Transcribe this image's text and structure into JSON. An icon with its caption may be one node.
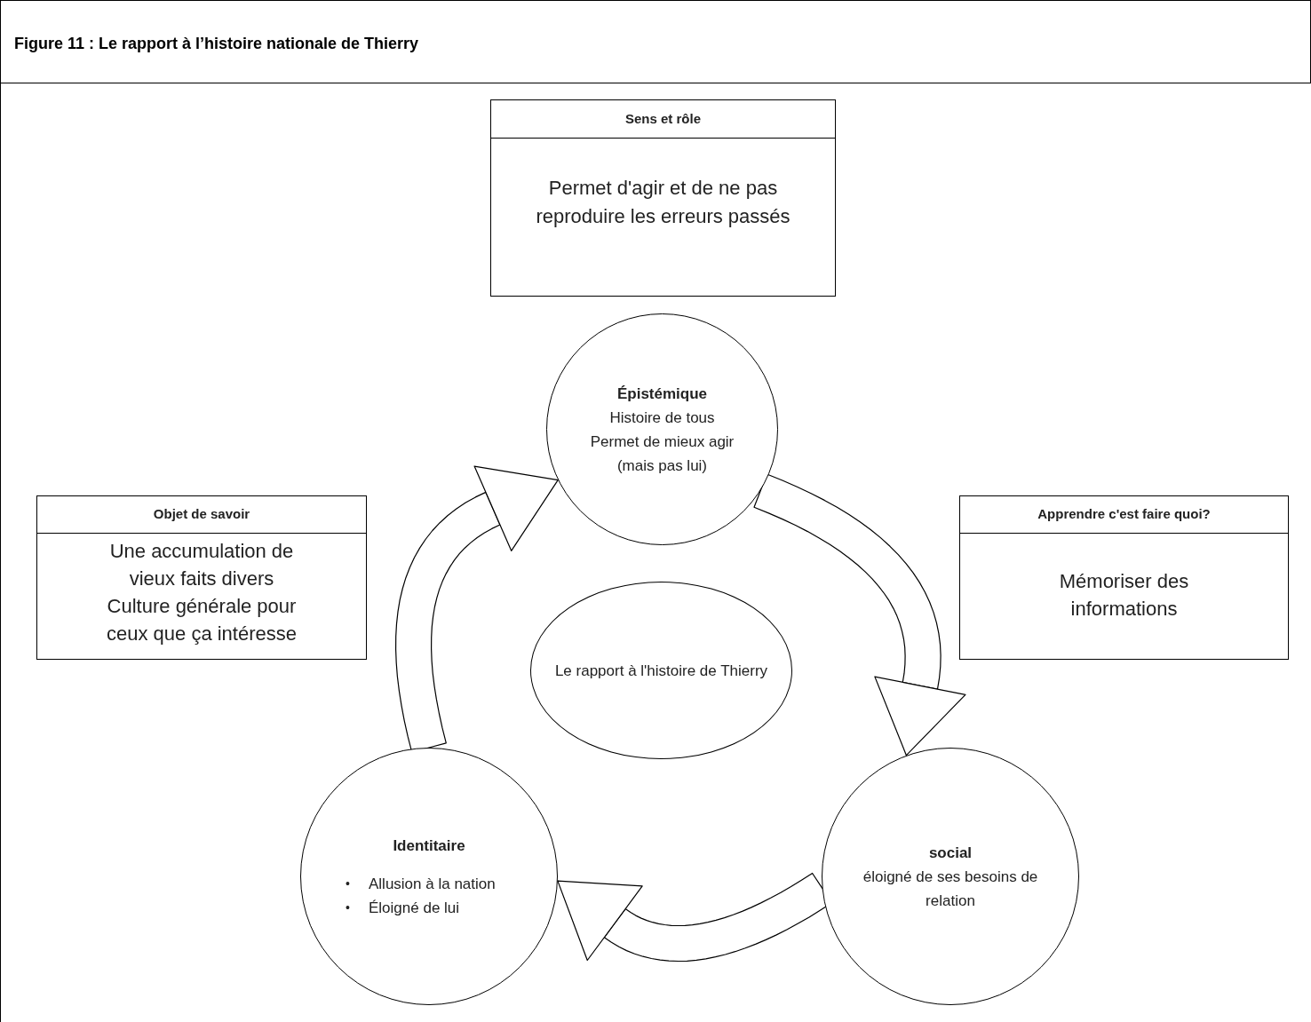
{
  "diagram": {
    "title": "Figure 11 : Le rapport à l’histoire nationale de Thierry",
    "nodes": [
      {
        "text": [
          "Sens et rôle",
          "Permet d'agir et de ne pas reproduire les erreurs passés"
        ]
      },
      {
        "text": [
          "Épistémique",
          "Histoire de tous",
          "Permet de mieux agir",
          "(mais pas lui)"
        ]
      },
      {
        "text": [
          "Objet de savoir",
          "Une accumulation de vieux  faits divers",
          "Culture générale pour ceux que ça intéresse"
        ]
      },
      {
        "text": [
          "Apprendre c'est faire quoi?",
          "Mémoriser des informations"
        ]
      },
      {
        "text": [
          "Le rapport à l'histoire de Thierry"
        ]
      },
      {
        "text": [
          "Identitaire",
          "•",
          "Allusion à la nation",
          "•",
          "Éloigné de lui"
        ]
      },
      {
        "text": [
          "social",
          "éloigné de ses besoins de relation"
        ]
      }
    ],
    "edges": [
      {
        "from": 5,
        "to": 1,
        "arrow": "to"
      },
      {
        "from": 1,
        "to": 6,
        "arrow": "to"
      },
      {
        "from": 6,
        "to": 5,
        "arrow": "to"
      }
    ]
  }
}
